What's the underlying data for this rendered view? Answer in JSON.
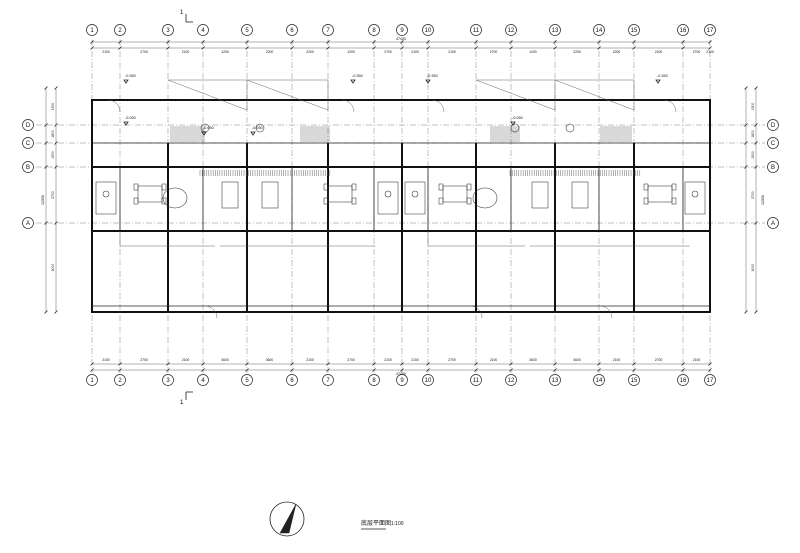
{
  "axes_top_labels": [
    "1",
    "2",
    "3",
    "4",
    "5",
    "6",
    "7",
    "8",
    "9",
    "10",
    "11",
    "12",
    "13",
    "14",
    "15",
    "16",
    "17"
  ],
  "axes_side_labels": [
    "D",
    "C",
    "B",
    "A"
  ],
  "dims_top": [
    "2100",
    "2700",
    "2100",
    "1200",
    "2200",
    "2200",
    "1200",
    "2700",
    "2100",
    "2100",
    "2700",
    "1200",
    "2200",
    "2200",
    "2100",
    "2700",
    "2100"
  ],
  "dims_bottom": [
    "2100",
    "2700",
    "2100",
    "3600",
    "3600",
    "2100",
    "2700",
    "2100",
    "2100",
    "2700",
    "2100",
    "3600",
    "3600",
    "2100",
    "2700",
    "2100"
  ],
  "overall_dim_top": "47400",
  "overall_dim_bottom": "47400",
  "dims_left": [
    "1500",
    "1800",
    "1500",
    "2700",
    "6000"
  ],
  "dims_right": [
    "1500",
    "1800",
    "1500",
    "2700",
    "6000"
  ],
  "overall_left": "12000",
  "overall_right": "12000",
  "levels": [
    "-0.350",
    "-0.350",
    "-0.050",
    "-0.050",
    "-0.050",
    "-0.350",
    "-0.050",
    "-0.350"
  ],
  "section_mark": "1",
  "title": "底层平面图",
  "scale": "1:100"
}
